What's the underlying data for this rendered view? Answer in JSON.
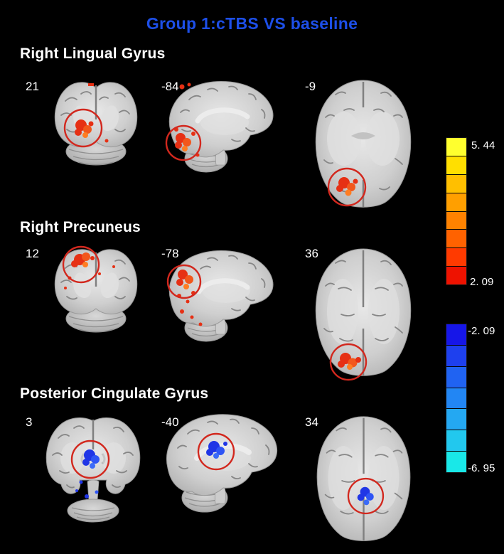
{
  "figure": {
    "title": "Group 1:cTBS VS baseline"
  },
  "rows": [
    {
      "label": "Right Lingual Gyrus",
      "slices": [
        {
          "coord": "21",
          "view": "coronal"
        },
        {
          "coord": "-84",
          "view": "sagittal"
        },
        {
          "coord": "-9",
          "view": "axial"
        }
      ]
    },
    {
      "label": "Right Precuneus",
      "slices": [
        {
          "coord": "12",
          "view": "coronal"
        },
        {
          "coord": "-78",
          "view": "sagittal"
        },
        {
          "coord": "36",
          "view": "axial"
        }
      ]
    },
    {
      "label": "Posterior Cingulate Gyrus",
      "slices": [
        {
          "coord": "3",
          "view": "coronal"
        },
        {
          "coord": "-40",
          "view": "sagittal"
        },
        {
          "coord": "34",
          "view": "axial"
        }
      ]
    }
  ],
  "colorbar": {
    "positive": {
      "top_label": "5. 44",
      "bottom_label": "2. 09",
      "colors": [
        "#ffff2e",
        "#ffdf00",
        "#ffbf00",
        "#ff9f00",
        "#ff8200",
        "#ff6200",
        "#ff3a00",
        "#ee1200"
      ]
    },
    "negative": {
      "top_label": "-2. 09",
      "bottom_label": "-6. 95",
      "colors": [
        "#1616e8",
        "#1e40ee",
        "#2063f2",
        "#2286f4",
        "#24a8f2",
        "#22c8ee",
        "#19e8e8"
      ]
    }
  },
  "colors": {
    "background": "#000000",
    "title_text": "#1d4fe8",
    "label_text": "#ffffff",
    "roi_circle": "#d2281e",
    "activation_positive": "#e63014",
    "activation_negative": "#2036e6"
  }
}
